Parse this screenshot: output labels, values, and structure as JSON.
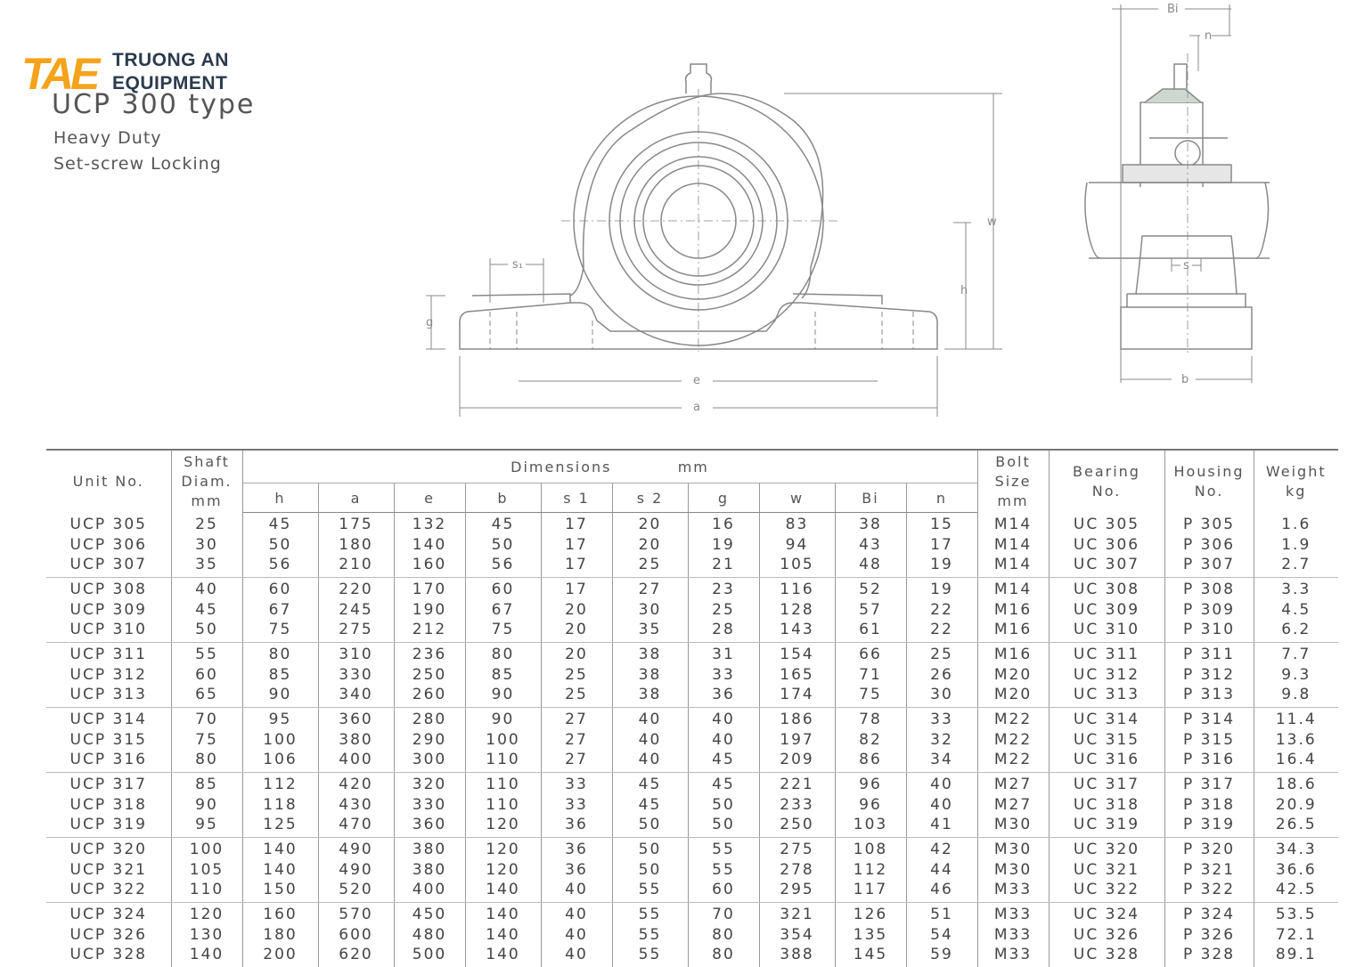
{
  "brand": {
    "logo_text": "TAE",
    "line1": "TRUONG AN",
    "line2": "EQUIPMENT",
    "colors": {
      "logo": "#f5a31a",
      "text": "#2b3a4d"
    }
  },
  "product": {
    "title": "UCP 300 type",
    "line1": "Heavy Duty",
    "line2": "Set-screw Locking"
  },
  "drawing_labels": {
    "s1": "s₁",
    "e": "e",
    "a": "a",
    "g": "g",
    "h": "h",
    "w": "w",
    "Bi": "Bi",
    "n": "n",
    "s": "s",
    "b": "b"
  },
  "table": {
    "headers": {
      "unit": "Unit No.",
      "shaft_l1": "Shaft",
      "shaft_l2": "Diam.",
      "shaft_l3": "mm",
      "dimensions": "Dimensions",
      "dim_unit": "mm",
      "bolt_l1": "Bolt",
      "bolt_l2": "Size",
      "bolt_l3": "mm",
      "bearing_l1": "Bearing",
      "bearing_l2": "No.",
      "housing_l1": "Housing",
      "housing_l2": "No.",
      "weight_l1": "Weight",
      "weight_l2": "kg",
      "sub": [
        "h",
        "a",
        "e",
        "b",
        "s 1",
        "s 2",
        "g",
        "w",
        "Bi",
        "n"
      ]
    },
    "groups": [
      {
        "unit": [
          "UCP 305",
          "UCP 306",
          "UCP 307"
        ],
        "shaft": [
          "25",
          "30",
          "35"
        ],
        "h": [
          "45",
          "50",
          "56"
        ],
        "a": [
          "175",
          "180",
          "210"
        ],
        "e": [
          "132",
          "140",
          "160"
        ],
        "b": [
          "45",
          "50",
          "56"
        ],
        "s1": [
          "17",
          "17",
          "17"
        ],
        "s2": [
          "20",
          "20",
          "25"
        ],
        "g": [
          "16",
          "19",
          "21"
        ],
        "w": [
          "83",
          "94",
          "105"
        ],
        "bi": [
          "38",
          "43",
          "48"
        ],
        "n": [
          "15",
          "17",
          "19"
        ],
        "bolt": [
          "M14",
          "M14",
          "M14"
        ],
        "bearing": [
          "UC 305",
          "UC 306",
          "UC 307"
        ],
        "housing": [
          "P 305",
          "P 306",
          "P 307"
        ],
        "weight": [
          "1.6",
          "1.9",
          "2.7"
        ]
      },
      {
        "unit": [
          "UCP 308",
          "UCP 309",
          "UCP 310"
        ],
        "shaft": [
          "40",
          "45",
          "50"
        ],
        "h": [
          "60",
          "67",
          "75"
        ],
        "a": [
          "220",
          "245",
          "275"
        ],
        "e": [
          "170",
          "190",
          "212"
        ],
        "b": [
          "60",
          "67",
          "75"
        ],
        "s1": [
          "17",
          "20",
          "20"
        ],
        "s2": [
          "27",
          "30",
          "35"
        ],
        "g": [
          "23",
          "25",
          "28"
        ],
        "w": [
          "116",
          "128",
          "143"
        ],
        "bi": [
          "52",
          "57",
          "61"
        ],
        "n": [
          "19",
          "22",
          "22"
        ],
        "bolt": [
          "M14",
          "M16",
          "M16"
        ],
        "bearing": [
          "UC 308",
          "UC 309",
          "UC 310"
        ],
        "housing": [
          "P 308",
          "P 309",
          "P 310"
        ],
        "weight": [
          "3.3",
          "4.5",
          "6.2"
        ]
      },
      {
        "unit": [
          "UCP 311",
          "UCP 312",
          "UCP 313"
        ],
        "shaft": [
          "55",
          "60",
          "65"
        ],
        "h": [
          "80",
          "85",
          "90"
        ],
        "a": [
          "310",
          "330",
          "340"
        ],
        "e": [
          "236",
          "250",
          "260"
        ],
        "b": [
          "80",
          "85",
          "90"
        ],
        "s1": [
          "20",
          "25",
          "25"
        ],
        "s2": [
          "38",
          "38",
          "38"
        ],
        "g": [
          "31",
          "33",
          "36"
        ],
        "w": [
          "154",
          "165",
          "174"
        ],
        "bi": [
          "66",
          "71",
          "75"
        ],
        "n": [
          "25",
          "26",
          "30"
        ],
        "bolt": [
          "M16",
          "M20",
          "M20"
        ],
        "bearing": [
          "UC 311",
          "UC 312",
          "UC 313"
        ],
        "housing": [
          "P 311",
          "P 312",
          "P 313"
        ],
        "weight": [
          "7.7",
          "9.3",
          "9.8"
        ]
      },
      {
        "unit": [
          "UCP 314",
          "UCP 315",
          "UCP 316"
        ],
        "shaft": [
          "70",
          "75",
          "80"
        ],
        "h": [
          "95",
          "100",
          "106"
        ],
        "a": [
          "360",
          "380",
          "400"
        ],
        "e": [
          "280",
          "290",
          "300"
        ],
        "b": [
          "90",
          "100",
          "110"
        ],
        "s1": [
          "27",
          "27",
          "27"
        ],
        "s2": [
          "40",
          "40",
          "40"
        ],
        "g": [
          "40",
          "40",
          "45"
        ],
        "w": [
          "186",
          "197",
          "209"
        ],
        "bi": [
          "78",
          "82",
          "86"
        ],
        "n": [
          "33",
          "32",
          "34"
        ],
        "bolt": [
          "M22",
          "M22",
          "M22"
        ],
        "bearing": [
          "UC 314",
          "UC 315",
          "UC 316"
        ],
        "housing": [
          "P 314",
          "P 315",
          "P 316"
        ],
        "weight": [
          "11.4",
          "13.6",
          "16.4"
        ]
      },
      {
        "unit": [
          "UCP 317",
          "UCP 318",
          "UCP 319"
        ],
        "shaft": [
          "85",
          "90",
          "95"
        ],
        "h": [
          "112",
          "118",
          "125"
        ],
        "a": [
          "420",
          "430",
          "470"
        ],
        "e": [
          "320",
          "330",
          "360"
        ],
        "b": [
          "110",
          "110",
          "120"
        ],
        "s1": [
          "33",
          "33",
          "36"
        ],
        "s2": [
          "45",
          "45",
          "50"
        ],
        "g": [
          "45",
          "50",
          "50"
        ],
        "w": [
          "221",
          "233",
          "250"
        ],
        "bi": [
          "96",
          "96",
          "103"
        ],
        "n": [
          "40",
          "40",
          "41"
        ],
        "bolt": [
          "M27",
          "M27",
          "M30"
        ],
        "bearing": [
          "UC 317",
          "UC 318",
          "UC 319"
        ],
        "housing": [
          "P 317",
          "P 318",
          "P 319"
        ],
        "weight": [
          "18.6",
          "20.9",
          "26.5"
        ]
      },
      {
        "unit": [
          "UCP 320",
          "UCP 321",
          "UCP 322"
        ],
        "shaft": [
          "100",
          "105",
          "110"
        ],
        "h": [
          "140",
          "140",
          "150"
        ],
        "a": [
          "490",
          "490",
          "520"
        ],
        "e": [
          "380",
          "380",
          "400"
        ],
        "b": [
          "120",
          "120",
          "140"
        ],
        "s1": [
          "36",
          "36",
          "40"
        ],
        "s2": [
          "50",
          "50",
          "55"
        ],
        "g": [
          "55",
          "55",
          "60"
        ],
        "w": [
          "275",
          "278",
          "295"
        ],
        "bi": [
          "108",
          "112",
          "117"
        ],
        "n": [
          "42",
          "44",
          "46"
        ],
        "bolt": [
          "M30",
          "M30",
          "M33"
        ],
        "bearing": [
          "UC 320",
          "UC 321",
          "UC 322"
        ],
        "housing": [
          "P 320",
          "P 321",
          "P 322"
        ],
        "weight": [
          "34.3",
          "36.6",
          "42.5"
        ]
      },
      {
        "unit": [
          "UCP 324",
          "UCP 326",
          "UCP 328"
        ],
        "shaft": [
          "120",
          "130",
          "140"
        ],
        "h": [
          "160",
          "180",
          "200"
        ],
        "a": [
          "570",
          "600",
          "620"
        ],
        "e": [
          "450",
          "480",
          "500"
        ],
        "b": [
          "140",
          "140",
          "140"
        ],
        "s1": [
          "40",
          "40",
          "40"
        ],
        "s2": [
          "55",
          "55",
          "55"
        ],
        "g": [
          "70",
          "80",
          "80"
        ],
        "w": [
          "321",
          "354",
          "388"
        ],
        "bi": [
          "126",
          "135",
          "145"
        ],
        "n": [
          "51",
          "54",
          "59"
        ],
        "bolt": [
          "M33",
          "M33",
          "M33"
        ],
        "bearing": [
          "UC 324",
          "UC 326",
          "UC 328"
        ],
        "housing": [
          "P 324",
          "P 326",
          "P 328"
        ],
        "weight": [
          "53.5",
          "72.1",
          "89.1"
        ]
      }
    ]
  }
}
